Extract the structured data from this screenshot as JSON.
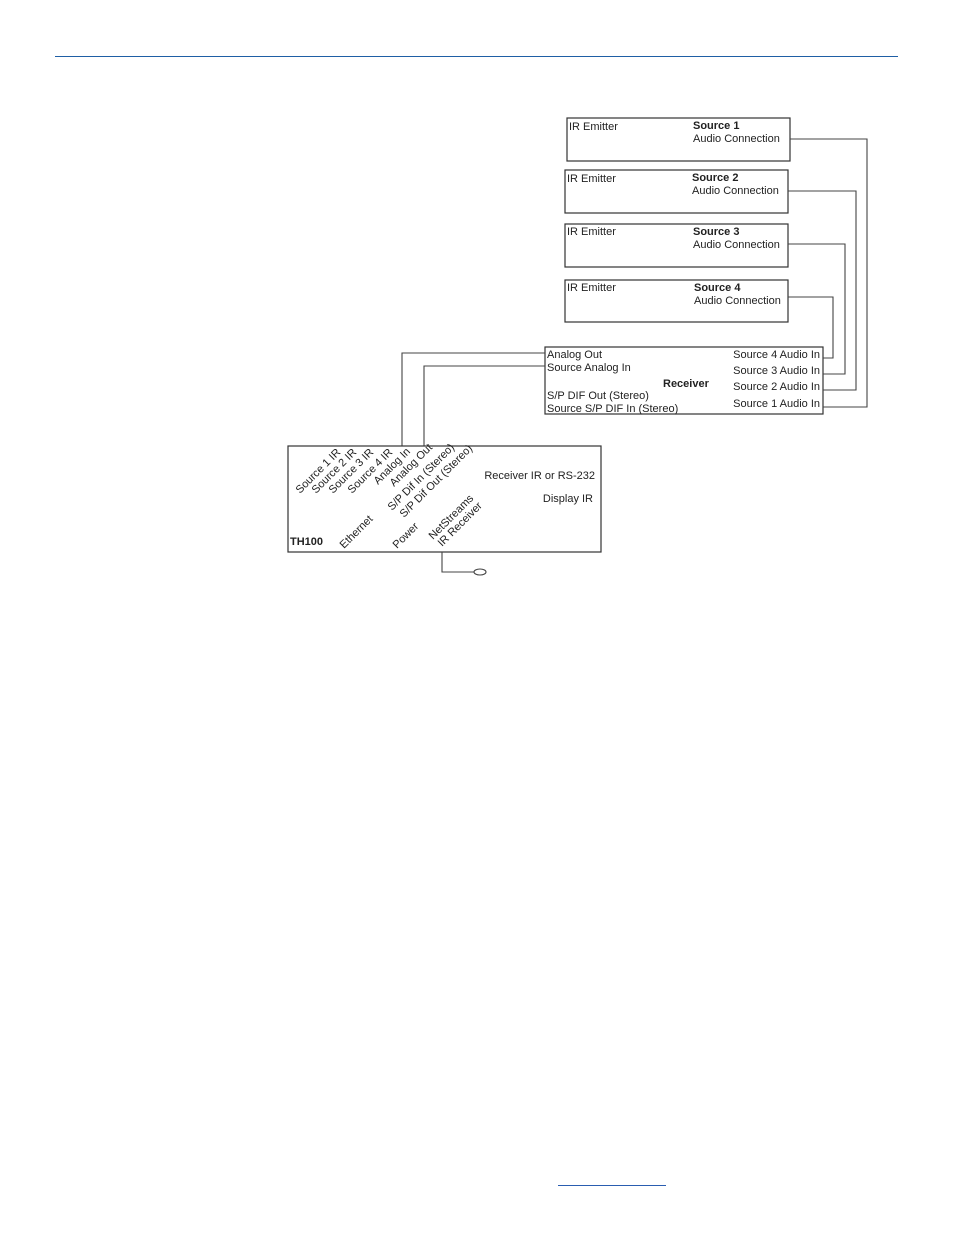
{
  "sources": [
    {
      "emitter": "IR Emitter",
      "title": "Source 1",
      "subtitle": "Audio Connection"
    },
    {
      "emitter": "IR Emitter",
      "title": "Source 2",
      "subtitle": "Audio Connection"
    },
    {
      "emitter": "IR Emitter",
      "title": "Source 3",
      "subtitle": "Audio Connection"
    },
    {
      "emitter": "IR Emitter",
      "title": "Source 4",
      "subtitle": "Audio Connection"
    }
  ],
  "receiver": {
    "title": "Receiver",
    "left_ports": [
      "Analog Out",
      "Source Analog In",
      "S/P DIF Out (Stereo)",
      "Source S/P DIF In (Stereo)"
    ],
    "right_ports": [
      "Source 4 Audio In",
      "Source 3 Audio In",
      "Source 2 Audio In",
      "Source 1 Audio In"
    ]
  },
  "th100": {
    "title": "TH100",
    "rotated_ports": [
      "Source 1 IR",
      "Source 2 IR",
      "Source 3 IR",
      "Source 4 IR",
      "Analog In",
      "Analog Out",
      "S/P Dif In (Stereo)",
      "S/P Dif Out (Stereo)"
    ],
    "bottom_ports": [
      "Ethernet",
      "Power",
      "NetStreams",
      "IR Receiver"
    ],
    "right_labels": [
      "Receiver IR or RS-232",
      "Display IR"
    ]
  }
}
